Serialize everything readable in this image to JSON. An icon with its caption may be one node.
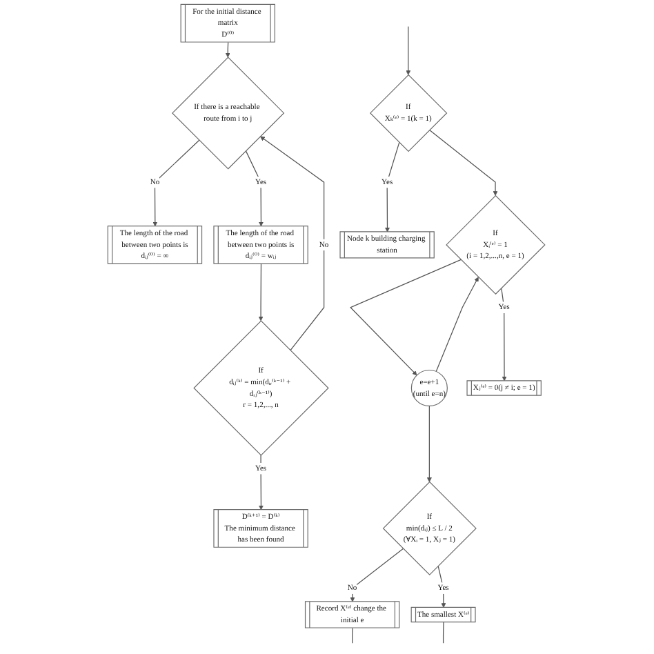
{
  "diagram": {
    "nodes": [
      {
        "text": [
          "For the initial distance matrix",
          "D⁽⁰⁾"
        ]
      },
      {
        "text": [
          "If there is a reachable route from i to j"
        ]
      },
      {
        "text": [
          "The length of the road between two points is",
          "dᵢⱼ⁽⁰⁾ = ∞"
        ]
      },
      {
        "text": [
          "The length of the road between two points is",
          "dᵢⱼ⁽⁰⁾ = wᵢⱼ"
        ]
      },
      {
        "text": [
          "If",
          "dᵢⱼ⁽ᵏ⁾ = min(dᵢᵣ⁽ᵏ⁻¹⁾ + dᵣⱼ⁽ᵏ⁻¹⁾)",
          "r = 1,2,..., n"
        ]
      },
      {
        "text": [
          "D⁽ᵏ⁺¹⁾ = D⁽ᵏ⁾",
          "The minimum distance has been found"
        ]
      },
      {
        "text": [
          "If",
          "Xₖ⁽ᵉ⁾ = 1(k = 1)"
        ]
      },
      {
        "text": [
          "If",
          "Xᵢ⁽ᵉ⁾ = 1",
          "(i = 1,2,...,n, e = 1)"
        ]
      },
      {
        "text": [
          "e=e+1",
          "(until e=n)"
        ]
      },
      {
        "text": [
          "Node k building charging station"
        ]
      },
      {
        "text": [
          "Xⱼ⁽ᵉ⁾ = 0(j ≠ i; e = 1)"
        ]
      },
      {
        "text": [
          "If",
          "min(dᵢⱼ) ≤ L / 2",
          "(∀Xᵢ = 1, Xⱼ = 1)"
        ]
      },
      {
        "text": [
          "Record X⁽ᵉ⁾ change the initial e"
        ]
      },
      {
        "text": [
          "The smallest X⁽ᵉ⁾"
        ]
      }
    ],
    "edges": [
      {
        "from": 0,
        "to": 1,
        "arrow": "to"
      },
      {
        "from": 1,
        "to": 2,
        "arrow": "to",
        "label": "No"
      },
      {
        "from": 1,
        "to": 3,
        "arrow": "to",
        "label": "Yes"
      },
      {
        "from": 3,
        "to": 4,
        "arrow": "to"
      },
      {
        "from": 4,
        "to": 5,
        "arrow": "to",
        "label": "Yes"
      },
      {
        "from": 4,
        "to": 1,
        "arrow": "to",
        "label": "No"
      },
      {
        "from": null,
        "to": 6,
        "arrow": "to"
      },
      {
        "from": 6,
        "to": 7,
        "arrow": "to"
      },
      {
        "from": 6,
        "to": 9,
        "arrow": "to",
        "label": "Yes"
      },
      {
        "from": 7,
        "to": 8,
        "arrow": "to"
      },
      {
        "from": 7,
        "to": 10,
        "arrow": "to",
        "label": "Yes"
      },
      {
        "from": 8,
        "to": 7,
        "arrow": "to"
      },
      {
        "from": 8,
        "to": 11,
        "arrow": "to"
      },
      {
        "from": 11,
        "to": 12,
        "arrow": "to",
        "label": "No"
      },
      {
        "from": 11,
        "to": 13,
        "arrow": "to",
        "label": "Yes"
      },
      {
        "from": 12,
        "to": null,
        "arrow": "none"
      },
      {
        "from": 13,
        "to": null,
        "arrow": "none"
      }
    ]
  }
}
